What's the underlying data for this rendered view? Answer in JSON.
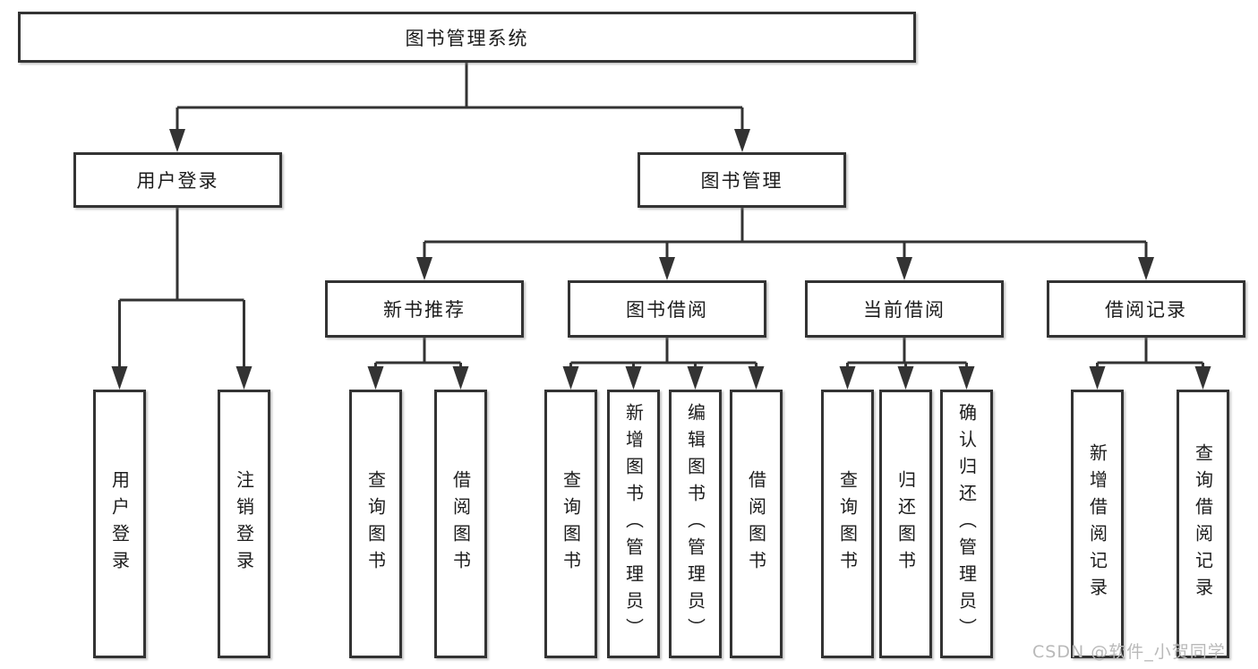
{
  "diagram": {
    "root": {
      "label": "图书管理系统"
    },
    "branches": [
      {
        "label": "用户登录",
        "children": [
          {
            "label": "用户登录"
          },
          {
            "label": "注销登录"
          }
        ]
      },
      {
        "label": "图书管理",
        "children": [
          {
            "label": "新书推荐",
            "children": [
              {
                "label": "查询图书"
              },
              {
                "label": "借阅图书"
              }
            ]
          },
          {
            "label": "图书借阅",
            "children": [
              {
                "label": "查询图书"
              },
              {
                "label": "新增图书（管理员）"
              },
              {
                "label": "编辑图书（管理员）"
              },
              {
                "label": "借阅图书"
              }
            ]
          },
          {
            "label": "当前借阅",
            "children": [
              {
                "label": "查询图书"
              },
              {
                "label": "归还图书"
              },
              {
                "label": "确认归还（管理员）"
              }
            ]
          },
          {
            "label": "借阅记录",
            "children": [
              {
                "label": "新增借阅记录"
              },
              {
                "label": "查询借阅记录"
              }
            ]
          }
        ]
      }
    ]
  },
  "watermark": {
    "text": "CSDN @软件_小贺同学"
  },
  "colors": {
    "line": "#333333",
    "box_border": "#333333",
    "text": "#1c1c1c",
    "background": "#ffffff",
    "watermark": "#b9b9b9"
  }
}
